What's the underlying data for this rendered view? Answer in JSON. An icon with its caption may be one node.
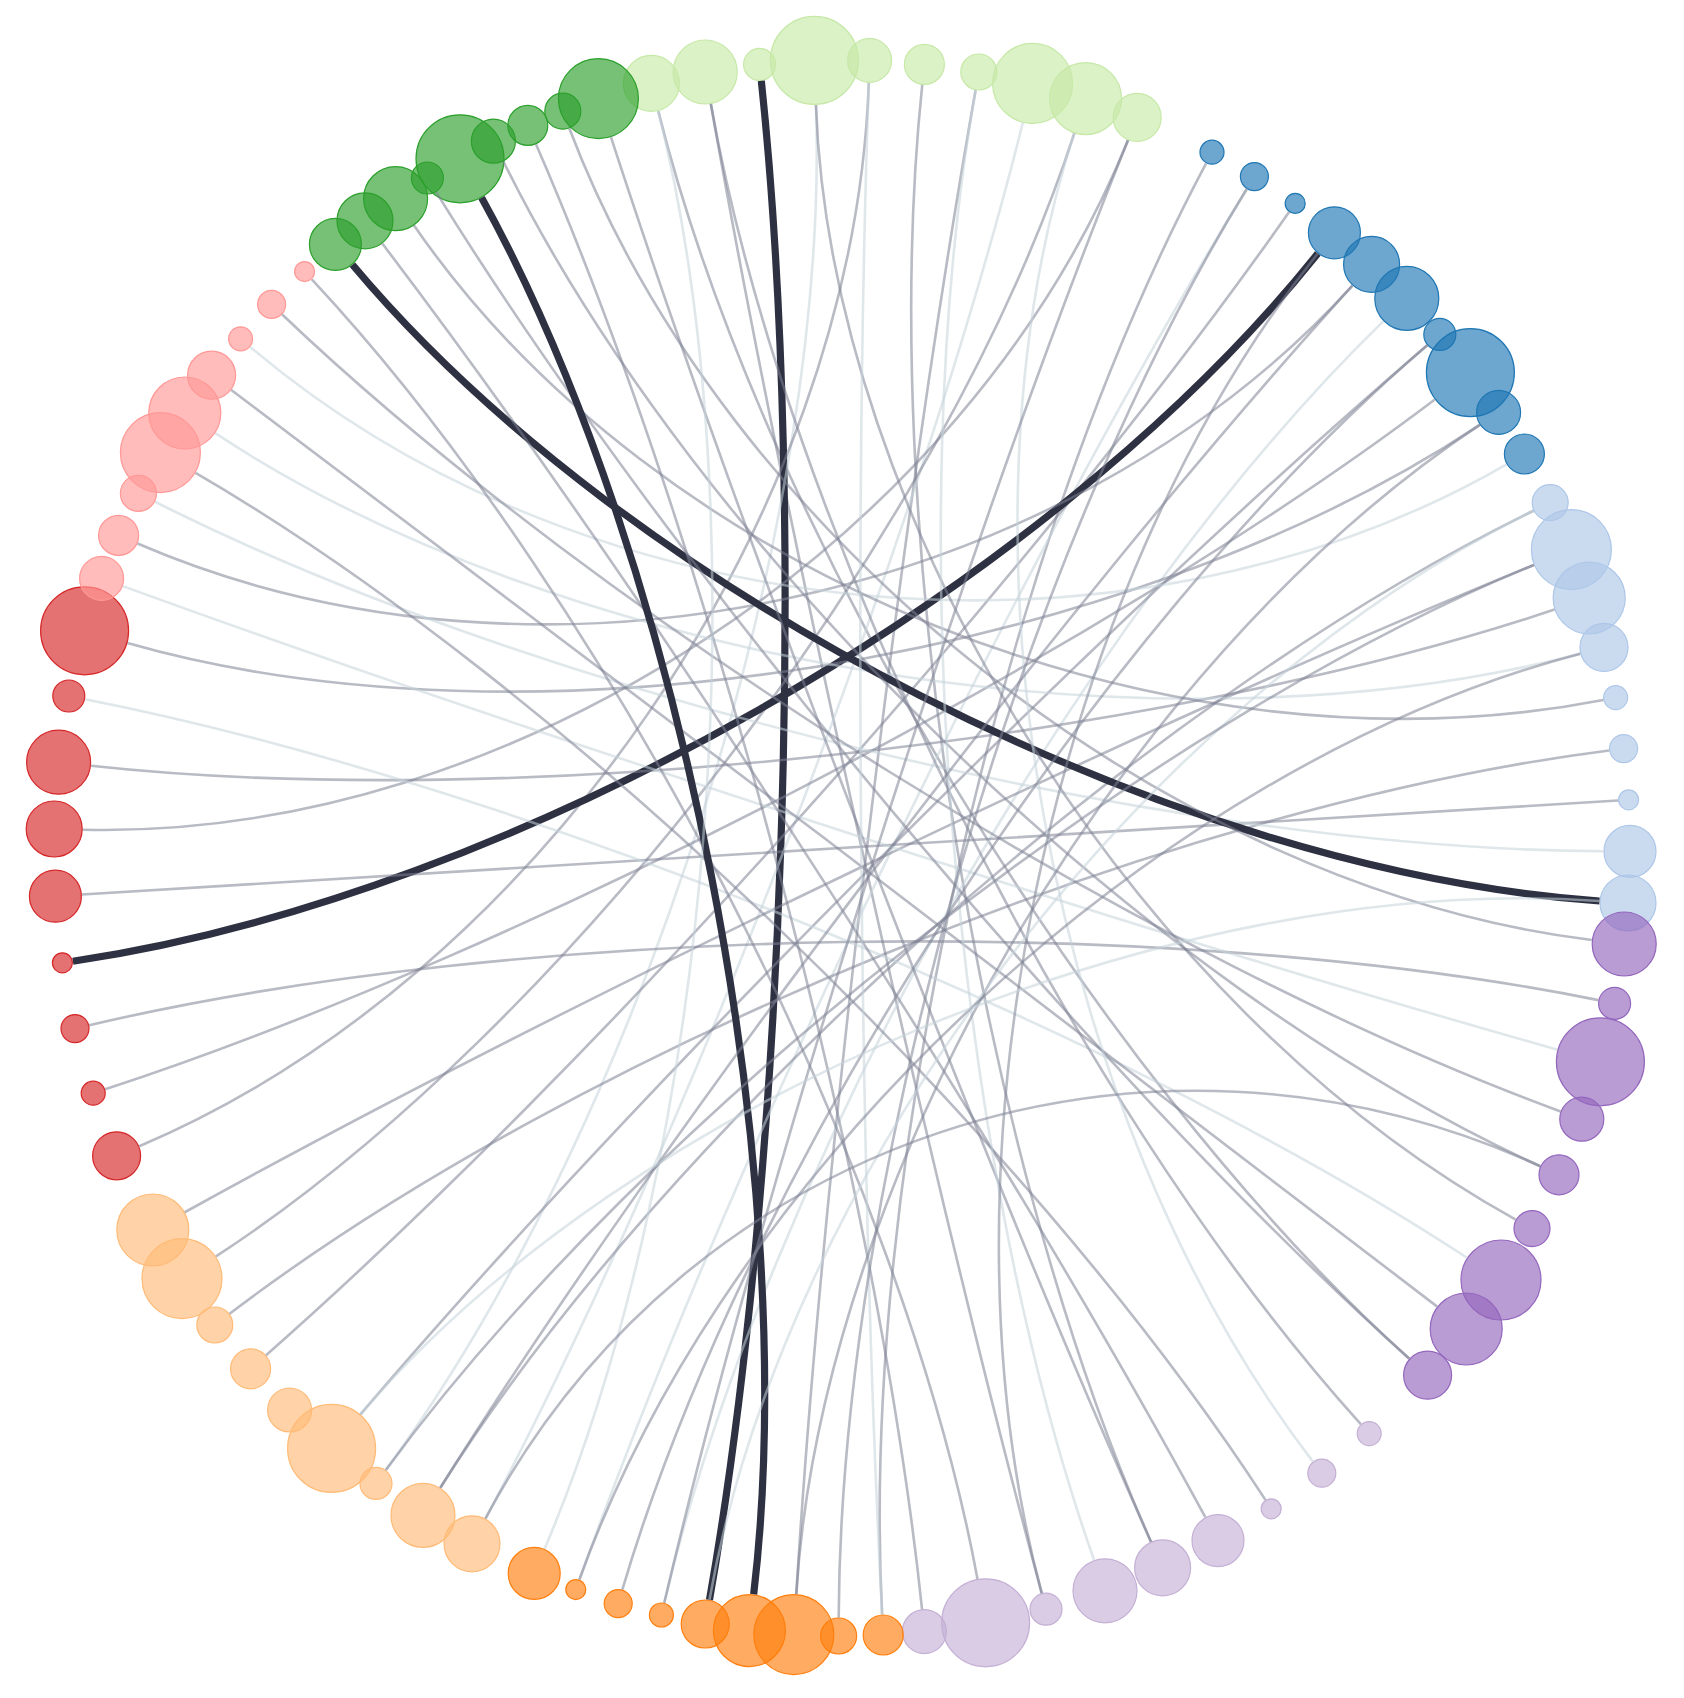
{
  "diagram": {
    "nodes": [
      {
        "text": [],
        "shape": "circle"
      },
      {
        "text": [],
        "shape": "circle"
      },
      {
        "text": [],
        "shape": "circle"
      },
      {
        "text": [],
        "shape": "circle"
      },
      {
        "text": [],
        "shape": "circle"
      },
      {
        "text": [],
        "shape": "circle"
      },
      {
        "text": [],
        "shape": "circle"
      },
      {
        "text": [],
        "shape": "circle"
      },
      {
        "text": [],
        "shape": "circle"
      },
      {
        "text": [],
        "shape": "circle"
      },
      {
        "text": [],
        "shape": "circle"
      },
      {
        "text": [],
        "shape": "circle"
      },
      {
        "text": [],
        "shape": "circle"
      },
      {
        "text": [],
        "shape": "circle"
      },
      {
        "text": [],
        "shape": "circle"
      },
      {
        "text": [],
        "shape": "circle"
      },
      {
        "text": [],
        "shape": "circle"
      },
      {
        "text": [],
        "shape": "circle"
      },
      {
        "text": [],
        "shape": "circle"
      },
      {
        "text": [],
        "shape": "circle"
      },
      {
        "text": [],
        "shape": "circle"
      },
      {
        "text": [],
        "shape": "circle"
      },
      {
        "text": [],
        "shape": "circle"
      },
      {
        "text": [],
        "shape": "circle"
      },
      {
        "text": [],
        "shape": "circle"
      },
      {
        "text": [],
        "shape": "circle"
      },
      {
        "text": [],
        "shape": "circle"
      },
      {
        "text": [],
        "shape": "circle"
      },
      {
        "text": [],
        "shape": "circle"
      },
      {
        "text": [],
        "shape": "circle"
      },
      {
        "text": [],
        "shape": "circle"
      },
      {
        "text": [],
        "shape": "circle"
      },
      {
        "text": [],
        "shape": "circle"
      },
      {
        "text": [],
        "shape": "circle"
      },
      {
        "text": [],
        "shape": "circle"
      },
      {
        "text": [],
        "shape": "circle"
      },
      {
        "text": [],
        "shape": "circle"
      },
      {
        "text": [],
        "shape": "circle"
      },
      {
        "text": [],
        "shape": "circle"
      },
      {
        "text": [],
        "shape": "circle"
      },
      {
        "text": [],
        "shape": "circle"
      },
      {
        "text": [],
        "shape": "circle"
      },
      {
        "text": [],
        "shape": "circle"
      },
      {
        "text": [],
        "shape": "circle"
      },
      {
        "text": [],
        "shape": "circle"
      },
      {
        "text": [],
        "shape": "circle"
      },
      {
        "text": [],
        "shape": "circle"
      },
      {
        "text": [],
        "shape": "circle"
      },
      {
        "text": [],
        "shape": "circle"
      },
      {
        "text": [],
        "shape": "circle"
      },
      {
        "text": [],
        "shape": "circle"
      },
      {
        "text": [],
        "shape": "circle"
      },
      {
        "text": [],
        "shape": "circle"
      },
      {
        "text": [],
        "shape": "circle"
      },
      {
        "text": [],
        "shape": "circle"
      },
      {
        "text": [],
        "shape": "circle"
      },
      {
        "text": [],
        "shape": "circle"
      },
      {
        "text": [],
        "shape": "circle"
      },
      {
        "text": [],
        "shape": "circle"
      },
      {
        "text": [],
        "shape": "circle"
      },
      {
        "text": [],
        "shape": "circle"
      },
      {
        "text": [],
        "shape": "circle"
      },
      {
        "text": [],
        "shape": "circle"
      },
      {
        "text": [],
        "shape": "circle"
      },
      {
        "text": [],
        "shape": "circle"
      },
      {
        "text": [],
        "shape": "circle"
      },
      {
        "text": [],
        "shape": "circle"
      },
      {
        "text": [],
        "shape": "circle"
      },
      {
        "text": [],
        "shape": "circle"
      },
      {
        "text": [],
        "shape": "circle"
      },
      {
        "text": [],
        "shape": "circle"
      },
      {
        "text": [],
        "shape": "circle"
      },
      {
        "text": [],
        "shape": "circle"
      },
      {
        "text": [],
        "shape": "circle"
      },
      {
        "text": [],
        "shape": "circle"
      },
      {
        "text": [],
        "shape": "circle"
      },
      {
        "text": [],
        "shape": "circle"
      },
      {
        "text": [],
        "shape": "circle"
      },
      {
        "text": [],
        "shape": "circle"
      },
      {
        "text": [],
        "shape": "circle"
      },
      {
        "text": [],
        "shape": "circle"
      },
      {
        "text": [],
        "shape": "circle"
      },
      {
        "text": [],
        "shape": "circle"
      },
      {
        "text": [],
        "shape": "circle"
      },
      {
        "text": [],
        "shape": "circle"
      },
      {
        "text": [],
        "shape": "circle"
      },
      {
        "text": [],
        "shape": "circle"
      },
      {
        "text": [],
        "shape": "circle"
      },
      {
        "text": [],
        "shape": "circle"
      },
      {
        "text": [],
        "shape": "circle"
      },
      {
        "text": [],
        "shape": "circle"
      },
      {
        "text": [],
        "shape": "circle"
      }
    ],
    "edges": [
      {
        "from": 0,
        "to": 37,
        "arrow": "none"
      },
      {
        "from": 1,
        "to": 44,
        "arrow": "none"
      },
      {
        "from": 2,
        "to": 51,
        "arrow": "none",
        "style": "thick"
      },
      {
        "from": 3,
        "to": 58,
        "arrow": "none",
        "color": "#c5d3db"
      },
      {
        "from": 4,
        "to": 65,
        "arrow": "none"
      },
      {
        "from": 5,
        "to": 42,
        "arrow": "none"
      },
      {
        "from": 6,
        "to": 49,
        "arrow": "none"
      },
      {
        "from": 7,
        "to": 56,
        "arrow": "none",
        "color": "#c5d3db"
      },
      {
        "from": 8,
        "to": 63,
        "arrow": "none"
      },
      {
        "from": 9,
        "to": 70,
        "arrow": "none"
      },
      {
        "from": 10,
        "to": 47,
        "arrow": "none"
      },
      {
        "from": 11,
        "to": 54,
        "arrow": "none",
        "color": "#c5d3db"
      },
      {
        "from": 12,
        "to": 61,
        "arrow": "none"
      },
      {
        "from": 13,
        "to": 68,
        "arrow": "none",
        "style": "thick"
      },
      {
        "from": 14,
        "to": 75,
        "arrow": "none"
      },
      {
        "from": 15,
        "to": 52,
        "arrow": "none",
        "color": "#c5d3db"
      },
      {
        "from": 16,
        "to": 59,
        "arrow": "none"
      },
      {
        "from": 17,
        "to": 66,
        "arrow": "none"
      },
      {
        "from": 18,
        "to": 73,
        "arrow": "none"
      },
      {
        "from": 19,
        "to": 80,
        "arrow": "none",
        "color": "#c5d3db"
      },
      {
        "from": 20,
        "to": 57,
        "arrow": "none"
      },
      {
        "from": 21,
        "to": 64,
        "arrow": "none"
      },
      {
        "from": 22,
        "to": 71,
        "arrow": "none"
      },
      {
        "from": 23,
        "to": 78,
        "arrow": "none",
        "color": "#c5d3db"
      },
      {
        "from": 24,
        "to": 85,
        "arrow": "none"
      },
      {
        "from": 25,
        "to": 62,
        "arrow": "none"
      },
      {
        "from": 26,
        "to": 69,
        "arrow": "none"
      },
      {
        "from": 27,
        "to": 76,
        "arrow": "none",
        "color": "#c5d3db"
      },
      {
        "from": 28,
        "to": 83,
        "arrow": "none",
        "style": "thick"
      },
      {
        "from": 29,
        "to": 90,
        "arrow": "none"
      },
      {
        "from": 30,
        "to": 67,
        "arrow": "none"
      },
      {
        "from": 31,
        "to": 74,
        "arrow": "none",
        "color": "#c5d3db"
      },
      {
        "from": 32,
        "to": 81,
        "arrow": "none"
      },
      {
        "from": 33,
        "to": 88,
        "arrow": "none"
      },
      {
        "from": 34,
        "to": 3,
        "arrow": "none"
      },
      {
        "from": 35,
        "to": 72,
        "arrow": "none",
        "color": "#c5d3db"
      },
      {
        "from": 36,
        "to": 79,
        "arrow": "none"
      },
      {
        "from": 37,
        "to": 86,
        "arrow": "none"
      },
      {
        "from": 38,
        "to": 1,
        "arrow": "none"
      },
      {
        "from": 39,
        "to": 8,
        "arrow": "none",
        "color": "#c5d3db"
      },
      {
        "from": 40,
        "to": 77,
        "arrow": "none"
      },
      {
        "from": 41,
        "to": 84,
        "arrow": "none"
      },
      {
        "from": 42,
        "to": 91,
        "arrow": "none"
      },
      {
        "from": 43,
        "to": 6,
        "arrow": "none",
        "color": "#c5d3db"
      },
      {
        "from": 44,
        "to": 13,
        "arrow": "none"
      },
      {
        "from": 45,
        "to": 82,
        "arrow": "none"
      },
      {
        "from": 46,
        "to": 89,
        "arrow": "none"
      },
      {
        "from": 47,
        "to": 4,
        "arrow": "none",
        "color": "#c5d3db"
      },
      {
        "from": 48,
        "to": 11,
        "arrow": "none"
      },
      {
        "from": 49,
        "to": 18,
        "arrow": "none"
      },
      {
        "from": 50,
        "to": 87,
        "arrow": "none",
        "style": "thick"
      },
      {
        "from": 51,
        "to": 20,
        "arrow": "none",
        "color": "#c5d3db"
      },
      {
        "from": 52,
        "to": 9,
        "arrow": "none"
      },
      {
        "from": 53,
        "to": 16,
        "arrow": "none"
      },
      {
        "from": 54,
        "to": 23,
        "arrow": "none"
      },
      {
        "from": 55,
        "to": 0,
        "arrow": "none",
        "color": "#c5d3db"
      },
      {
        "from": 56,
        "to": 33,
        "arrow": "none"
      },
      {
        "from": 57,
        "to": 14,
        "arrow": "none"
      },
      {
        "from": 58,
        "to": 21,
        "arrow": "none"
      },
      {
        "from": 59,
        "to": 28,
        "arrow": "none",
        "color": "#c5d3db"
      }
    ]
  }
}
